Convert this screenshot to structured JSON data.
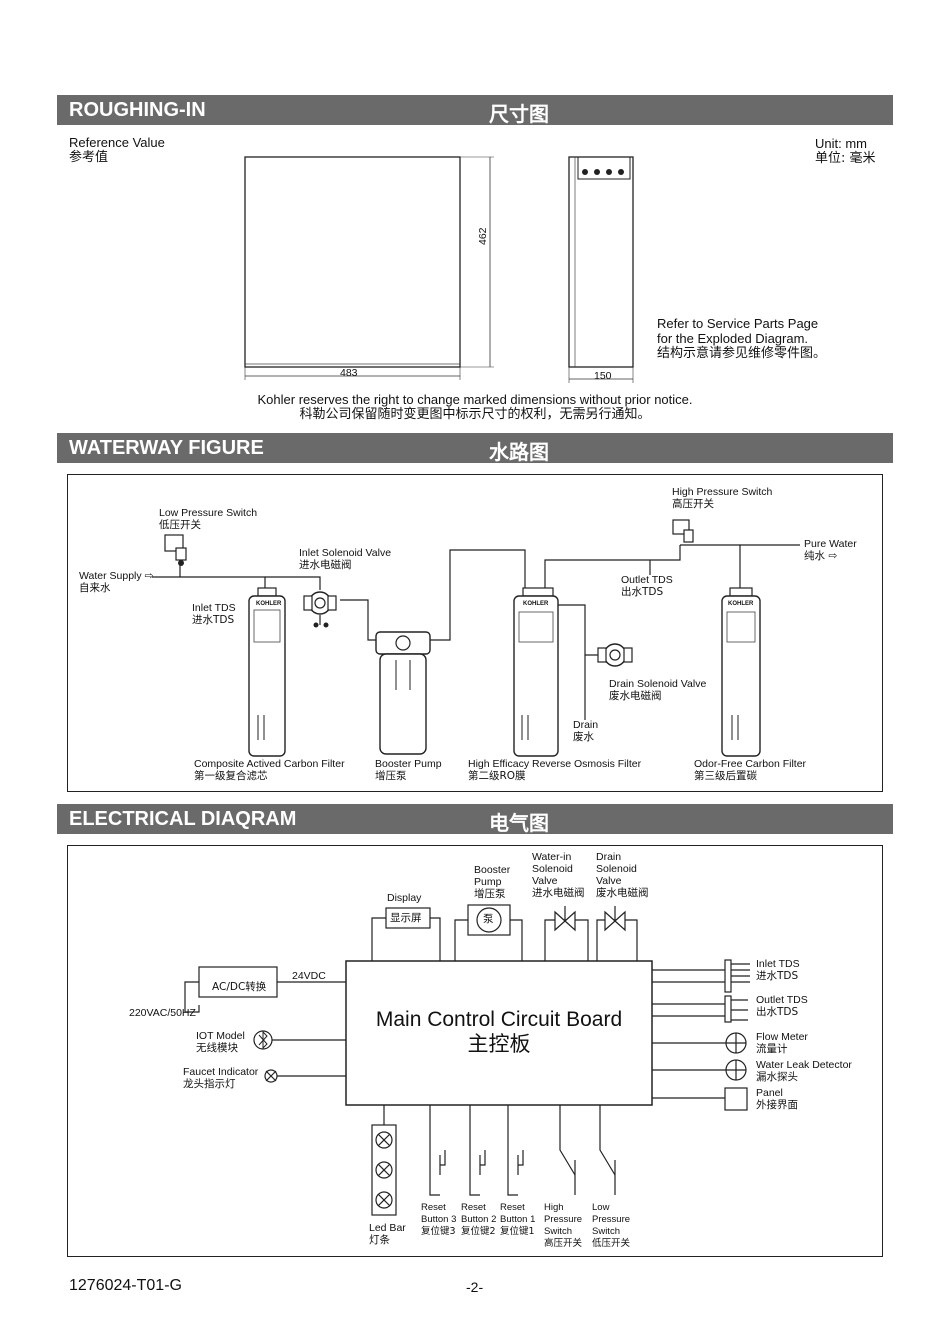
{
  "sections": {
    "roughing_in": {
      "en": "ROUGHING-IN",
      "zh": "尺寸图"
    },
    "waterway": {
      "en": "WATERWAY FIGURE",
      "zh": "水路图"
    },
    "electrical": {
      "en": "ELECTRICAL DIAQRAM",
      "zh": "电气图"
    }
  },
  "roughing": {
    "ref_en": "Reference Value",
    "ref_zh": "参考值",
    "unit_en": "Unit: mm",
    "unit_zh": "单位: 毫米",
    "dim_height": "462",
    "dim_width": "483",
    "dim_depth": "150",
    "refer_1": "Refer to Service Parts Page",
    "refer_2": "for the Exploded Diagram.",
    "refer_zh": "结构示意请参见维修零件图。",
    "notice_en": "Kohler reserves the right to change marked dimensions without prior notice.",
    "notice_zh": "科勒公司保留随时变更图中标示尺寸的权利，无需另行通知。"
  },
  "waterway": {
    "low_pressure_en": "Low Pressure Switch",
    "low_pressure_zh": "低压开关",
    "water_supply_en": "Water Supply ⇨",
    "water_supply_zh": "自来水",
    "inlet_tds_en": "Inlet TDS",
    "inlet_tds_zh": "进水TDS",
    "inlet_valve_en": "Inlet Solenoid Valve",
    "inlet_valve_zh": "进水电磁阀",
    "high_pressure_en": "High Pressure Switch",
    "high_pressure_zh": "高压开关",
    "pure_water_en": "Pure Water",
    "pure_water_zh": "纯水 ⇨",
    "outlet_tds_en": "Outlet TDS",
    "outlet_tds_zh": "出水TDS",
    "drain_valve_en": "Drain Solenoid Valve",
    "drain_valve_zh": "废水电磁阀",
    "drain_en": "Drain",
    "drain_zh": "废水",
    "filter1_en": "Composite Actived Carbon Filter",
    "filter1_zh": "第一级复合滤芯",
    "pump_en": "Booster Pump",
    "pump_zh": "增压泵",
    "filter2_en": "High Efficacy Reverse Osmosis Filter",
    "filter2_zh": "第二级RO膜",
    "filter3_en": "Odor-Free Carbon Filter",
    "filter3_zh": "第三级后置碳",
    "brand": "KOHLER"
  },
  "electrical": {
    "board_en": "Main Control Circuit Board",
    "board_zh": "主控板",
    "display_en": "Display",
    "display_zh": "显示屏",
    "pump_en1": "Booster",
    "pump_en2": "Pump",
    "pump_zh": "增压泵",
    "pump_symbol": "泵",
    "inlet_valve_en1": "Water-in",
    "inlet_valve_en2": "Solenoid",
    "inlet_valve_en3": "Valve",
    "inlet_valve_zh": "进水电磁阀",
    "drain_valve_en1": "Drain",
    "drain_valve_en2": "Solenoid",
    "drain_valve_en3": "Valve",
    "drain_valve_zh": "废水电磁阀",
    "acdc": "AC/DC转换",
    "vdc": "24VDC",
    "vac": "220VAC/50HZ",
    "iot_en": "IOT Model",
    "iot_zh": "无线模块",
    "faucet_en": "Faucet Indicator",
    "faucet_zh": "龙头指示灯",
    "inlet_tds_en": "Inlet TDS",
    "inlet_tds_zh": "进水TDS",
    "outlet_tds_en": "Outlet TDS",
    "outlet_tds_zh": "出水TDS",
    "flow_en": "Flow Meter",
    "flow_zh": "流量计",
    "leak_en": "Water Leak Detector",
    "leak_zh": "漏水探头",
    "panel_en": "Panel",
    "panel_zh": "外接界面",
    "led_en": "Led Bar",
    "led_zh": "灯条",
    "reset3_en1": "Reset",
    "reset3_en2": "Button 3",
    "reset3_zh": "复位键3",
    "reset2_en1": "Reset",
    "reset2_en2": "Button 2",
    "reset2_zh": "复位键2",
    "reset1_en1": "Reset",
    "reset1_en2": "Button 1",
    "reset1_zh": "复位键1",
    "hps_en1": "High",
    "hps_en2": "Pressure",
    "hps_en3": "Switch",
    "hps_zh": "高压开关",
    "lps_en1": "Low",
    "lps_en2": "Pressure",
    "lps_en3": "Switch",
    "lps_zh": "低压开关"
  },
  "footer": {
    "doc_id": "1276024-T01-G",
    "page": "-2-"
  }
}
